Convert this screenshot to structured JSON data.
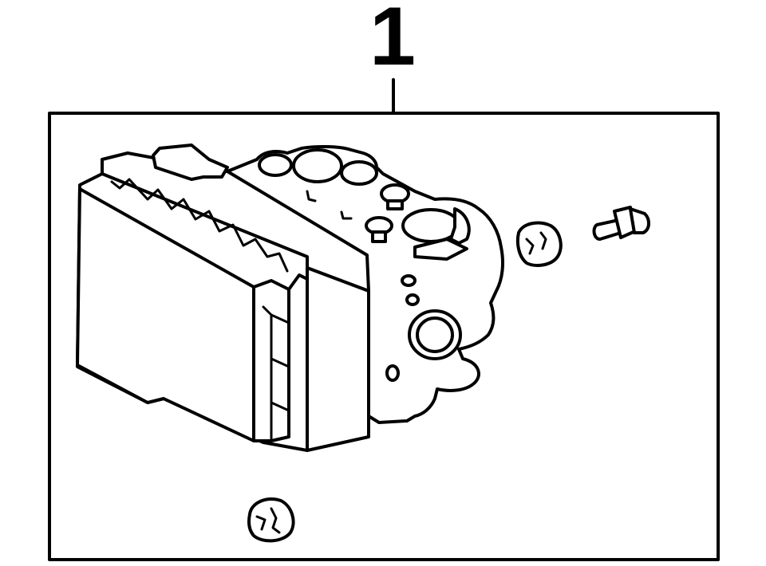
{
  "diagram": {
    "callout_label": "1",
    "line_color": "#000000",
    "background_color": "#ffffff",
    "parts": [
      {
        "name": "abs-hydraulic-modulator-assembly",
        "icon": "abs-module-icon"
      },
      {
        "name": "mounting-bushing",
        "icon": "bushing-icon"
      },
      {
        "name": "mounting-bolt",
        "icon": "bolt-icon"
      },
      {
        "name": "lower-bushing",
        "icon": "bushing-icon"
      }
    ]
  }
}
